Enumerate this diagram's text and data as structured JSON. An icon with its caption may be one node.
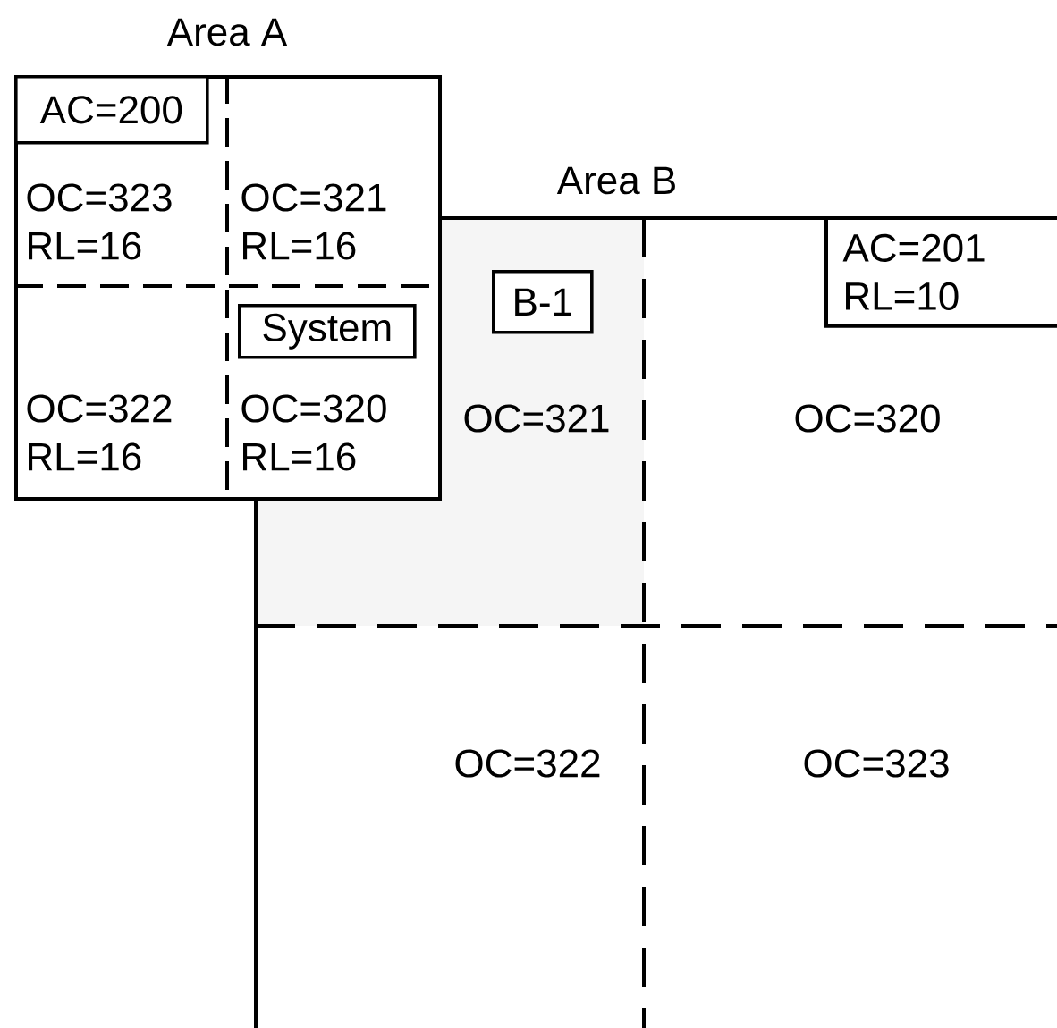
{
  "diagram": {
    "nodes": [
      {
        "text": [
          "Area A"
        ]
      },
      {
        "text": [
          "AC=200"
        ],
        "in": 0
      },
      {
        "text": [
          "OC=323 RL=16"
        ],
        "in": 0
      },
      {
        "text": [
          "OC=321 RL=16"
        ],
        "in": 0
      },
      {
        "text": [
          "System"
        ],
        "in": 0
      },
      {
        "text": [
          "OC=322 RL=16"
        ],
        "in": 0
      },
      {
        "text": [
          "OC=320 RL=16"
        ],
        "in": 0
      },
      {
        "text": [
          "Area B"
        ]
      },
      {
        "text": [
          "AC=201 RL=10"
        ],
        "in": 7
      },
      {
        "text": [
          "B-1"
        ],
        "in": 7
      },
      {
        "text": [
          "OC=321"
        ],
        "in": 7
      },
      {
        "text": [
          "OC=320"
        ],
        "in": 7
      },
      {
        "text": [
          "OC=322"
        ],
        "in": 7
      },
      {
        "text": [
          "OC=323"
        ],
        "in": 7
      }
    ],
    "edges": []
  }
}
